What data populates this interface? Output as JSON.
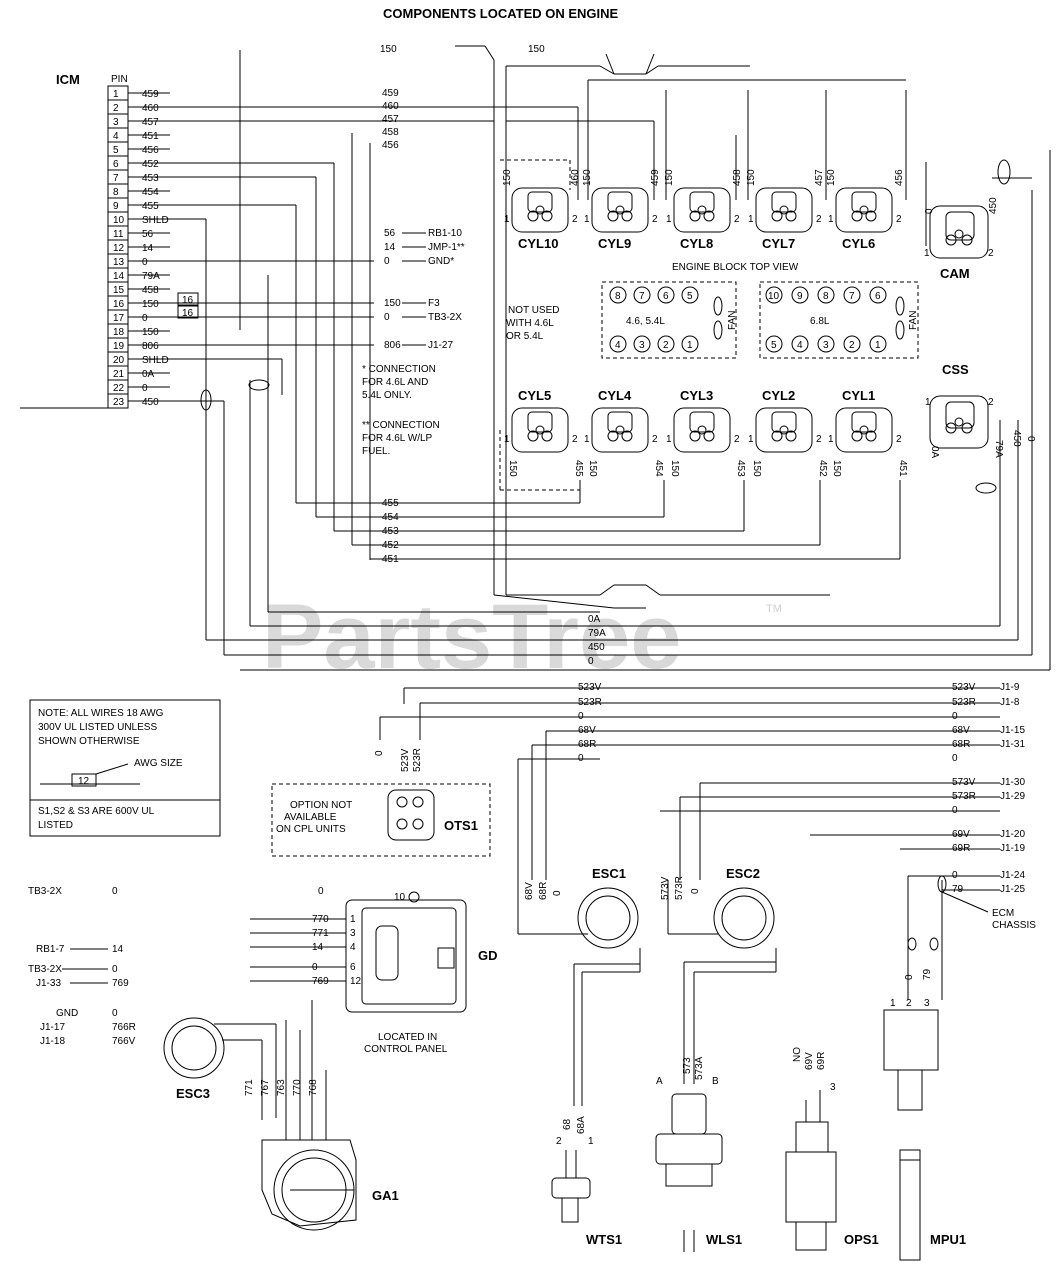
{
  "title": "COMPONENTS LOCATED ON ENGINE",
  "watermark": "PartsTree",
  "watermark_tm": "TM",
  "icm": {
    "label": "ICM",
    "pin_header": "PIN",
    "pins": [
      "1",
      "2",
      "3",
      "4",
      "5",
      "6",
      "7",
      "8",
      "9",
      "10",
      "11",
      "12",
      "13",
      "14",
      "15",
      "16",
      "17",
      "18",
      "19",
      "20",
      "21",
      "22",
      "23"
    ],
    "wires": [
      "459",
      "460",
      "457",
      "451",
      "456",
      "452",
      "453",
      "454",
      "455",
      "SHLD",
      "56",
      "14",
      "0",
      "79A",
      "458",
      "150",
      "0",
      "150",
      "806",
      "SHLD",
      "0A",
      "0",
      "450"
    ]
  },
  "icm_gauge": [
    "16",
    "16"
  ],
  "right_wires": [
    "459",
    "460",
    "457",
    "458",
    "456"
  ],
  "mid_conn": [
    {
      "wire": "56",
      "to": "RB1-10"
    },
    {
      "wire": "14",
      "to": "JMP-1**"
    },
    {
      "wire": "0",
      "to": "GND*"
    },
    {
      "wire": "150",
      "to": "F3"
    },
    {
      "wire": "0",
      "to": "TB3-2X"
    },
    {
      "wire": "806",
      "to": "J1-27"
    }
  ],
  "notes": [
    "* CONNECTION FOR 4.6L AND 5.4L ONLY.",
    "** CONNECTION FOR 4.6L W/LP FUEL."
  ],
  "top_wires": [
    "150",
    "150"
  ],
  "cylinders_top": [
    {
      "name": "CYL10",
      "wires": [
        "150",
        "460"
      ]
    },
    {
      "name": "CYL9",
      "wires": [
        "150",
        "459"
      ]
    },
    {
      "name": "CYL8",
      "wires": [
        "150",
        "458"
      ]
    },
    {
      "name": "CYL7",
      "wires": [
        "150",
        "457"
      ]
    },
    {
      "name": "CYL6",
      "wires": [
        "150",
        "456"
      ]
    }
  ],
  "cylinders_bottom": [
    {
      "name": "CYL5",
      "wires": [
        "150",
        "455"
      ]
    },
    {
      "name": "CYL4",
      "wires": [
        "150",
        "454"
      ]
    },
    {
      "name": "CYL3",
      "wires": [
        "150",
        "453"
      ]
    },
    {
      "name": "CYL2",
      "wires": [
        "150",
        "452"
      ]
    },
    {
      "name": "CYL1",
      "wires": [
        "150",
        "451"
      ]
    }
  ],
  "pin_labels": [
    "1",
    "2"
  ],
  "engine_block": {
    "title": "ENGINE BLOCK TOP VIEW",
    "not_used": "NOT USED WITH 4.6L OR 5.4L",
    "block_a": {
      "label": "4.6, 5.4L",
      "top": [
        "8",
        "7",
        "6",
        "5"
      ],
      "bottom": [
        "4",
        "3",
        "2",
        "1"
      ]
    },
    "block_b": {
      "label": "6.8L",
      "top": [
        "10",
        "9",
        "8",
        "7",
        "6"
      ],
      "bottom": [
        "5",
        "4",
        "3",
        "2",
        "1"
      ]
    },
    "fan": "FAN"
  },
  "cam": {
    "label": "CAM",
    "wires": [
      "0",
      "450"
    ]
  },
  "css": {
    "label": "CSS",
    "wires": [
      "0A",
      "79A",
      "450",
      "0"
    ]
  },
  "bottom_bus_wires": [
    "455",
    "454",
    "453",
    "452",
    "451"
  ],
  "bus_wires": [
    "0A",
    "79A",
    "450",
    "0"
  ],
  "right_bus": [
    {
      "wire": "523V",
      "to": "J1-9"
    },
    {
      "wire": "523R",
      "to": "J1-8"
    },
    {
      "wire": "0",
      "to": ""
    },
    {
      "wire": "68V",
      "to": "J1-15"
    },
    {
      "wire": "68R",
      "to": "J1-31"
    },
    {
      "wire": "0",
      "to": ""
    },
    {
      "wire": "573V",
      "to": "J1-30"
    },
    {
      "wire": "573R",
      "to": "J1-29"
    },
    {
      "wire": "0",
      "to": ""
    },
    {
      "wire": "69V",
      "to": "J1-20"
    },
    {
      "wire": "69R",
      "to": "J1-19"
    },
    {
      "wire": "0",
      "to": "J1-24"
    },
    {
      "wire": "79",
      "to": "J1-25"
    }
  ],
  "left_bus_wires": [
    "523V",
    "523R",
    "0",
    "68V",
    "68R",
    "0"
  ],
  "ecm_chassis": "ECM CHASSIS",
  "note_box": {
    "line1": "NOTE: ALL WIRES 18 AWG",
    "line2": "300V UL LISTED UNLESS",
    "line3": "SHOWN OTHERWISE",
    "awg_value": "12",
    "awg_label": "AWG SIZE",
    "line4": "S1,S2 & S3 ARE 600V UL",
    "line5": "LISTED"
  },
  "ots1": {
    "label": "OTS1",
    "wires": [
      "0",
      "523V",
      "523R"
    ],
    "option": "OPTION NOT AVAILABLE ON CPL UNITS"
  },
  "esc1": {
    "label": "ESC1",
    "wires": [
      "68V",
      "68R",
      "0"
    ]
  },
  "esc2": {
    "label": "ESC2",
    "wires": [
      "573V",
      "573R",
      "0"
    ]
  },
  "esc3": {
    "label": "ESC3"
  },
  "gd": {
    "label": "GD",
    "located": "LOCATED IN CONTROL PANEL",
    "wires": [
      "770",
      "771",
      "14",
      "0",
      "769"
    ],
    "pins": [
      "1",
      "3",
      "4",
      "6",
      "12"
    ]
  },
  "left_side": [
    {
      "from": "TB3-2X",
      "wire": "0"
    },
    {
      "from": "RB1-7",
      "wire": "14"
    },
    {
      "from": "TB3-2X",
      "wire": "0"
    },
    {
      "from": "J1-33",
      "wire": "769"
    },
    {
      "from": "GND",
      "wire": "0"
    },
    {
      "from": "J1-17",
      "wire": "766R"
    },
    {
      "from": "J1-18",
      "wire": "766V"
    }
  ],
  "ga1": {
    "label": "GA1",
    "wires": [
      "771",
      "767",
      "763",
      "770",
      "768"
    ]
  },
  "top_zero": "0",
  "gd_pin10": "10",
  "wts1": {
    "label": "WTS1",
    "wires": [
      "68",
      "68A"
    ],
    "pins": [
      "2",
      "1"
    ]
  },
  "wls1": {
    "label": "WLS1",
    "wires": [
      "573",
      "573A"
    ],
    "pins": [
      "A",
      "B"
    ]
  },
  "ops1": {
    "label": "OPS1",
    "wires": [
      "NO",
      "69V",
      "69R"
    ],
    "pin": "3"
  },
  "mpu1": {
    "label": "MPU1",
    "wires": [
      "0",
      "79"
    ],
    "pins": [
      "1",
      "2",
      "3"
    ]
  }
}
